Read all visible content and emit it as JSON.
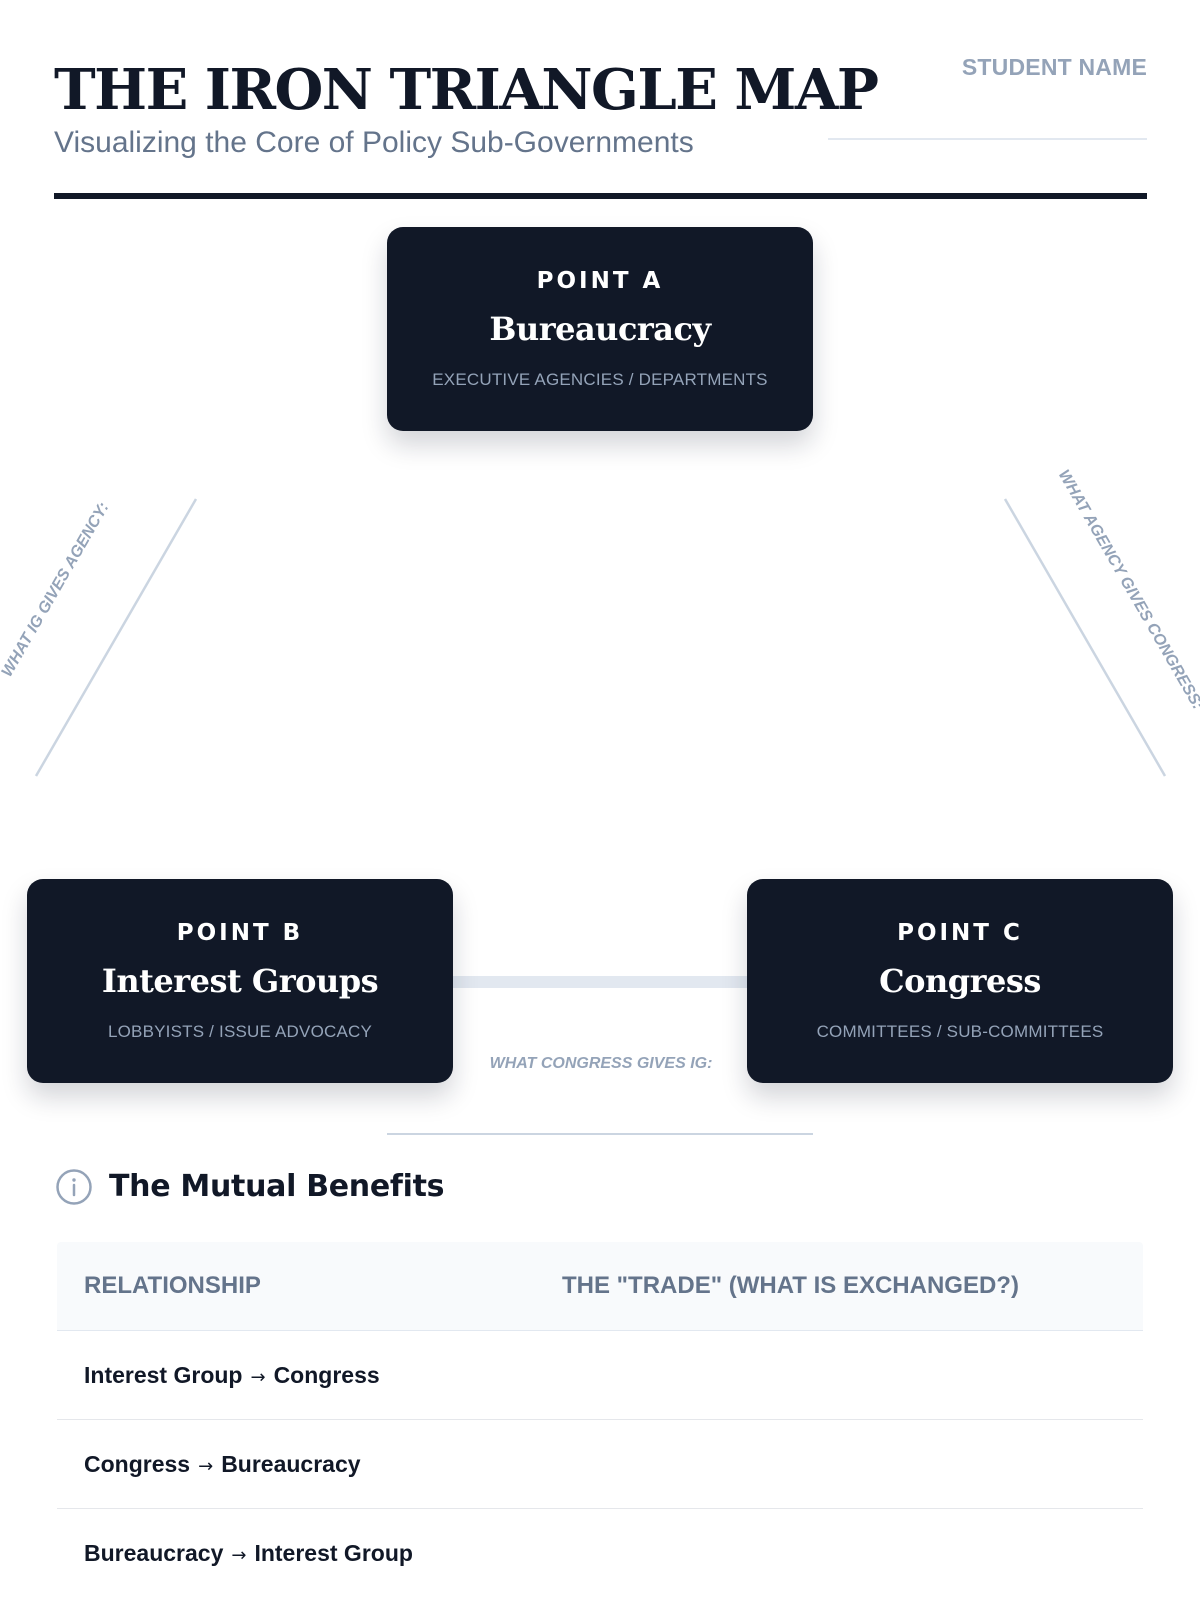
{
  "header": {
    "title": "THE IRON TRIANGLE MAP",
    "subtitle": "Visualizing the Core of Policy Sub-Governments",
    "student_name_label": "STUDENT NAME"
  },
  "triangle": {
    "nodes": [
      {
        "point": "POINT A",
        "name": "Bureaucracy",
        "subtitle": "EXECUTIVE AGENCIES / DEPARTMENTS"
      },
      {
        "point": "POINT B",
        "name": "Interest Groups",
        "subtitle": "LOBBYISTS / ISSUE ADVOCACY"
      },
      {
        "point": "POINT C",
        "name": "Congress",
        "subtitle": "COMMITTEES / SUB-COMMITTEES"
      }
    ],
    "edge_labels": {
      "ig_to_agency": "WHAT IG GIVES AGENCY:",
      "agency_to_congress": "WHAT AGENCY GIVES CONGRESS:",
      "congress_to_ig": "WHAT CONGRESS GIVES IG:"
    }
  },
  "benefits": {
    "title": "The Mutual Benefits",
    "icon": "info-icon",
    "columns": [
      "RELATIONSHIP",
      "THE \"TRADE\" (WHAT IS EXCHANGED?)"
    ],
    "rows": [
      {
        "from": "Interest Group",
        "arrow": "→",
        "to": "Congress",
        "trade": ""
      },
      {
        "from": "Congress",
        "arrow": "→",
        "to": "Bureaucracy",
        "trade": ""
      },
      {
        "from": "Bureaucracy",
        "arrow": "→",
        "to": "Interest Group",
        "trade": ""
      }
    ]
  },
  "colors": {
    "ink": "#111827",
    "muted": "#64748b",
    "faint": "#94a3b8",
    "rule": "#cbd5e1"
  }
}
